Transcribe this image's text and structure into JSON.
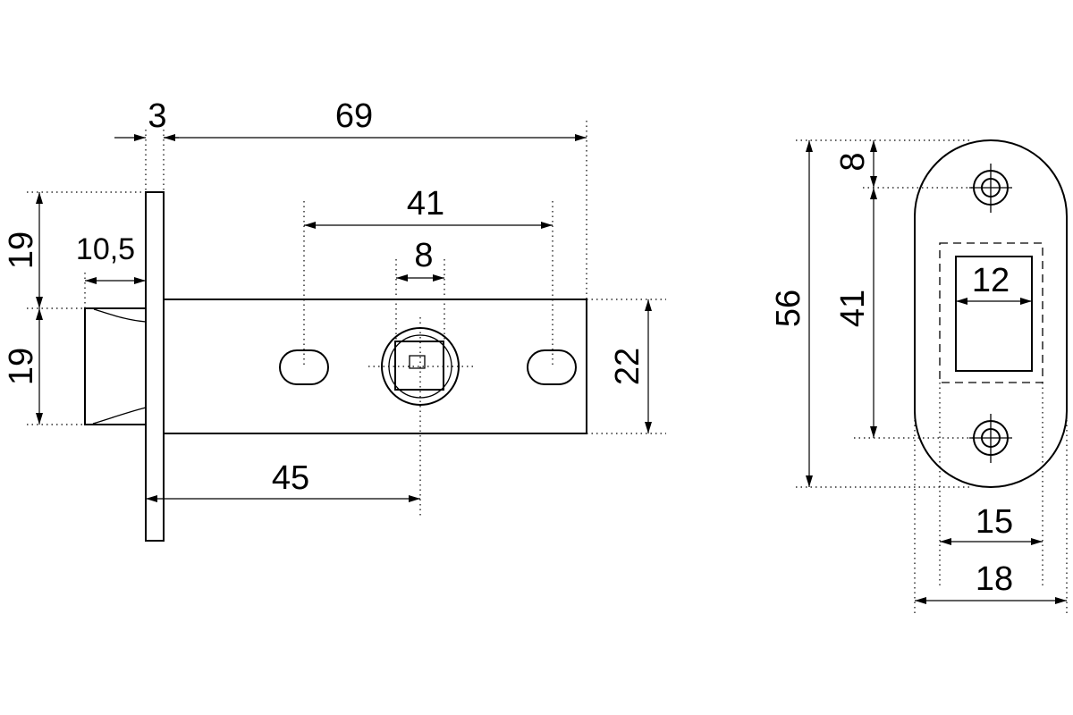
{
  "colors": {
    "line": "#000000",
    "background": "#ffffff"
  },
  "latch": {
    "dim_faceplate_thickness": "3",
    "dim_backset": "69",
    "dim_hole_spacing": "41",
    "dim_spindle_square": "8",
    "dim_faceplate_upper": "19",
    "dim_faceplate_lower": "19",
    "dim_bolt_projection": "10,5",
    "dim_body_height": "22",
    "dim_spindle_position": "45"
  },
  "strike_plate": {
    "dim_top_offset": "8",
    "dim_hole_spacing": "41",
    "dim_overall_height": "56",
    "dim_opening_width": "12",
    "dim_inner_width": "15",
    "dim_overall_width": "18"
  }
}
